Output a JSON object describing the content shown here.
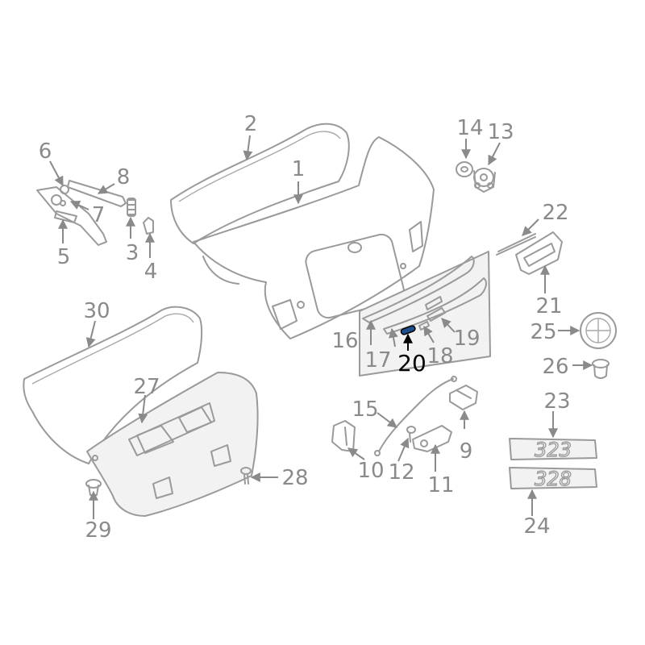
{
  "diagram": {
    "colors": {
      "line": "#9a9a9a",
      "label": "#8a8a8a",
      "highlight": "#1e4f8c",
      "active_label": "#000000",
      "panel": "#f2f2f2"
    },
    "callouts": [
      {
        "id": "c1",
        "text": "1"
      },
      {
        "id": "c2",
        "text": "2"
      },
      {
        "id": "c3",
        "text": "3"
      },
      {
        "id": "c4",
        "text": "4"
      },
      {
        "id": "c5",
        "text": "5"
      },
      {
        "id": "c6",
        "text": "6"
      },
      {
        "id": "c7",
        "text": "7"
      },
      {
        "id": "c8",
        "text": "8"
      },
      {
        "id": "c9",
        "text": "9"
      },
      {
        "id": "c10",
        "text": "10"
      },
      {
        "id": "c11",
        "text": "11"
      },
      {
        "id": "c12",
        "text": "12"
      },
      {
        "id": "c13",
        "text": "13"
      },
      {
        "id": "c14",
        "text": "14"
      },
      {
        "id": "c15",
        "text": "15"
      },
      {
        "id": "c16",
        "text": "16"
      },
      {
        "id": "c17",
        "text": "17"
      },
      {
        "id": "c18",
        "text": "18"
      },
      {
        "id": "c19",
        "text": "19"
      },
      {
        "id": "c20",
        "text": "20",
        "highlighted": true
      },
      {
        "id": "c21",
        "text": "21"
      },
      {
        "id": "c22",
        "text": "22"
      },
      {
        "id": "c23",
        "text": "23"
      },
      {
        "id": "c24",
        "text": "24"
      },
      {
        "id": "c25",
        "text": "25"
      },
      {
        "id": "c26",
        "text": "26"
      },
      {
        "id": "c27",
        "text": "27"
      },
      {
        "id": "c28",
        "text": "28"
      },
      {
        "id": "c29",
        "text": "29"
      },
      {
        "id": "c30",
        "text": "30"
      }
    ],
    "badges": {
      "badge_323": "323",
      "badge_328": "328"
    }
  }
}
